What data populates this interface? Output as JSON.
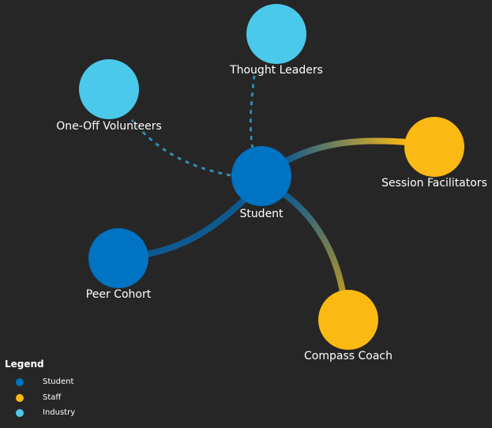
{
  "colors": {
    "background": "#262626",
    "student": "#0073c2",
    "staff": "#fbb914",
    "industry": "#4bc9ea",
    "student_link": "#0e5a90",
    "industry_link": "#2f8db0"
  },
  "diagram": {
    "nodes": [
      {
        "id": "student",
        "label": "Student",
        "group": "student"
      },
      {
        "id": "thought-leaders",
        "label": "Thought Leaders",
        "group": "industry"
      },
      {
        "id": "one-off-volunteers",
        "label": "One-Off Volunteers",
        "group": "industry"
      },
      {
        "id": "session-facilitators",
        "label": "Session Facilitators",
        "group": "staff"
      },
      {
        "id": "peer-cohort",
        "label": "Peer Cohort",
        "group": "student"
      },
      {
        "id": "compass-coach",
        "label": "Compass Coach",
        "group": "staff"
      }
    ],
    "links": [
      {
        "source": "student",
        "target": "thought-leaders",
        "style": "dashed"
      },
      {
        "source": "student",
        "target": "one-off-volunteers",
        "style": "dashed"
      },
      {
        "source": "student",
        "target": "session-facilitators",
        "style": "solid"
      },
      {
        "source": "student",
        "target": "peer-cohort",
        "style": "solid"
      },
      {
        "source": "student",
        "target": "compass-coach",
        "style": "solid"
      }
    ]
  },
  "legend": {
    "title": "Legend",
    "items": [
      {
        "label": "Student",
        "group": "student"
      },
      {
        "label": "Staff",
        "group": "staff"
      },
      {
        "label": "Industry",
        "group": "industry"
      }
    ]
  }
}
